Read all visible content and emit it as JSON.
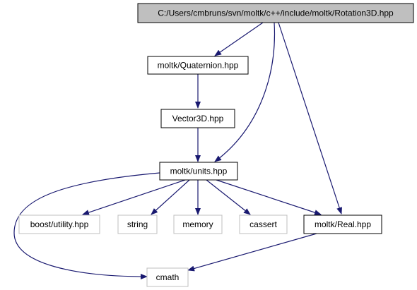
{
  "colors": {
    "edge": "#191970",
    "root_fill": "#bfbfbf",
    "solid_border": "#000000",
    "external_border": "#bfbfbf",
    "node_fill": "#ffffff"
  },
  "nodes": {
    "rotation3d": {
      "label": "C:/Users/cmbruns/svn/moltk/c++/include/moltk/Rotation3D.hpp",
      "style": "root"
    },
    "quaternion": {
      "label": "moltk/Quaternion.hpp",
      "style": "solid"
    },
    "vector3d": {
      "label": "Vector3D.hpp",
      "style": "solid"
    },
    "units": {
      "label": "moltk/units.hpp",
      "style": "solid"
    },
    "boost_utility": {
      "label": "boost/utility.hpp",
      "style": "external"
    },
    "string": {
      "label": "string",
      "style": "external"
    },
    "memory": {
      "label": "memory",
      "style": "external"
    },
    "cassert": {
      "label": "cassert",
      "style": "external"
    },
    "real": {
      "label": "moltk/Real.hpp",
      "style": "solid"
    },
    "cmath": {
      "label": "cmath",
      "style": "external"
    }
  },
  "edges": [
    {
      "from": "rotation3d",
      "to": "quaternion"
    },
    {
      "from": "rotation3d",
      "to": "units"
    },
    {
      "from": "rotation3d",
      "to": "real"
    },
    {
      "from": "quaternion",
      "to": "vector3d"
    },
    {
      "from": "vector3d",
      "to": "units"
    },
    {
      "from": "units",
      "to": "boost_utility"
    },
    {
      "from": "units",
      "to": "string"
    },
    {
      "from": "units",
      "to": "memory"
    },
    {
      "from": "units",
      "to": "cassert"
    },
    {
      "from": "units",
      "to": "real"
    },
    {
      "from": "units",
      "to": "cmath"
    },
    {
      "from": "real",
      "to": "cmath"
    }
  ]
}
